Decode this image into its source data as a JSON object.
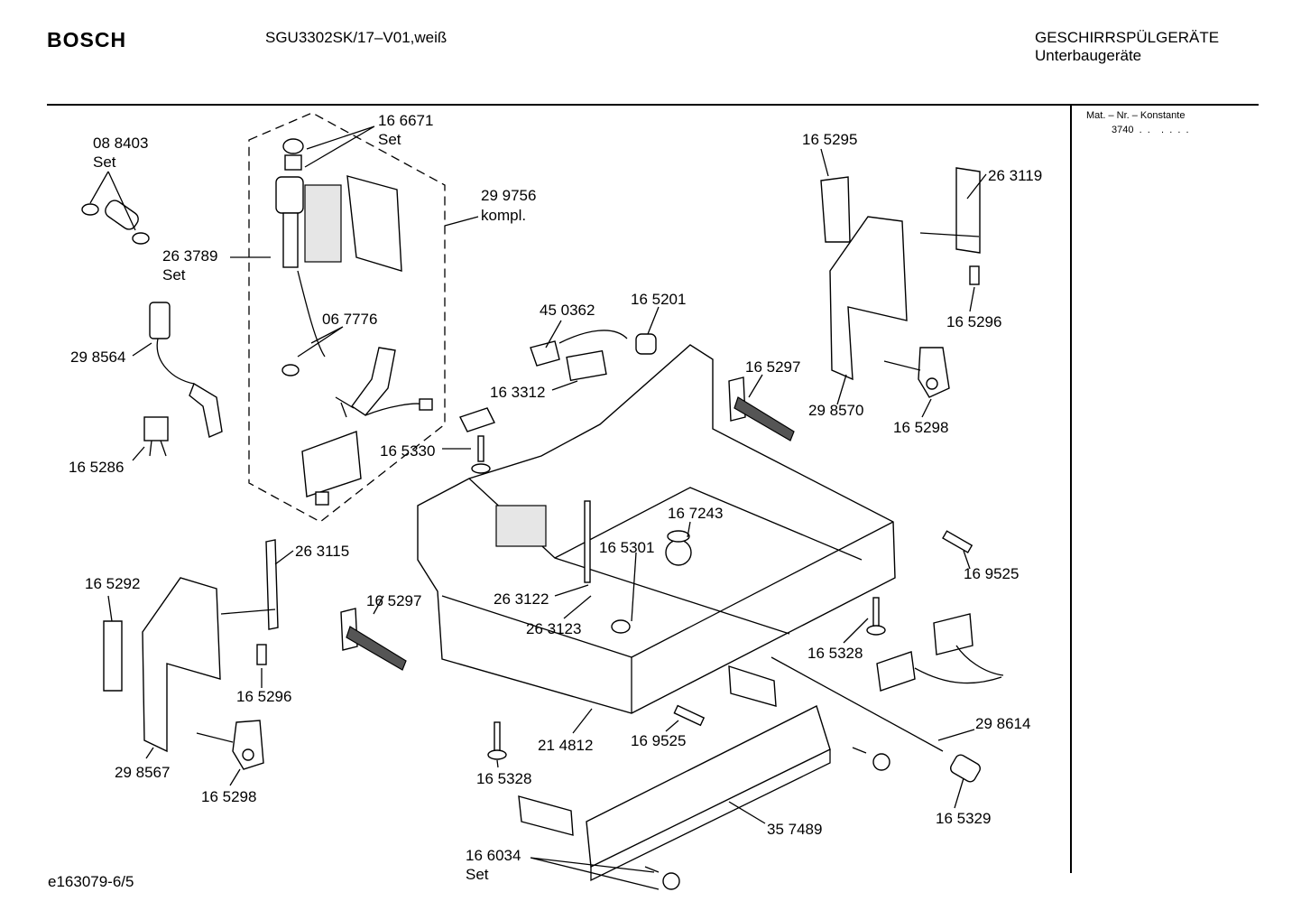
{
  "header": {
    "brand": "BOSCH",
    "model": "SGU3302SK/17–V01,weiß",
    "category": "GESCHIRRSPÜLGERÄTE",
    "subcategory": "Unterbaugeräte"
  },
  "sidebar": {
    "heading": "Mat. – Nr. – Konstante",
    "value": "3740  .  .    .  .  .  ."
  },
  "footer": {
    "doc_id": "e163079-6/5"
  },
  "parts": [
    {
      "id": "p1",
      "text": "08 8403"
    },
    {
      "id": "p2",
      "text": "Set"
    },
    {
      "id": "p3",
      "text": "16 6671"
    },
    {
      "id": "p4",
      "text": "Set"
    },
    {
      "id": "p5",
      "text": "29 9756"
    },
    {
      "id": "p6",
      "text": "kompl."
    },
    {
      "id": "p7",
      "text": "26 3789"
    },
    {
      "id": "p8",
      "text": "Set"
    },
    {
      "id": "p9",
      "text": "06 7776"
    },
    {
      "id": "p10",
      "text": "29 8564"
    },
    {
      "id": "p11",
      "text": "16 5286"
    },
    {
      "id": "p12",
      "text": "16 5330"
    },
    {
      "id": "p13",
      "text": "45 0362"
    },
    {
      "id": "p14",
      "text": "16 5201"
    },
    {
      "id": "p15",
      "text": "16 3312"
    },
    {
      "id": "p16",
      "text": "16 5295"
    },
    {
      "id": "p17",
      "text": "26 3119"
    },
    {
      "id": "p18",
      "text": "16 5296"
    },
    {
      "id": "p19",
      "text": "16 5297"
    },
    {
      "id": "p20",
      "text": "29 8570"
    },
    {
      "id": "p21",
      "text": "16 5298"
    },
    {
      "id": "p22",
      "text": "16 7243"
    },
    {
      "id": "p23",
      "text": "16 5301"
    },
    {
      "id": "p24",
      "text": "26 3122"
    },
    {
      "id": "p25",
      "text": "26 3123"
    },
    {
      "id": "p26",
      "text": "26 3115"
    },
    {
      "id": "p27",
      "text": "16 5292"
    },
    {
      "id": "p28",
      "text": "16 5297"
    },
    {
      "id": "p29",
      "text": "16 5296"
    },
    {
      "id": "p30",
      "text": "29 8567"
    },
    {
      "id": "p31",
      "text": "16 5298"
    },
    {
      "id": "p32",
      "text": "16 9525"
    },
    {
      "id": "p33",
      "text": "16 5328"
    },
    {
      "id": "p34",
      "text": "29 8614"
    },
    {
      "id": "p35",
      "text": "21 4812"
    },
    {
      "id": "p36",
      "text": "16 9525"
    },
    {
      "id": "p37",
      "text": "16 5328"
    },
    {
      "id": "p38",
      "text": "35 7489"
    },
    {
      "id": "p39",
      "text": "16 5329"
    },
    {
      "id": "p40",
      "text": "16 6034"
    },
    {
      "id": "p41",
      "text": "Set"
    }
  ]
}
